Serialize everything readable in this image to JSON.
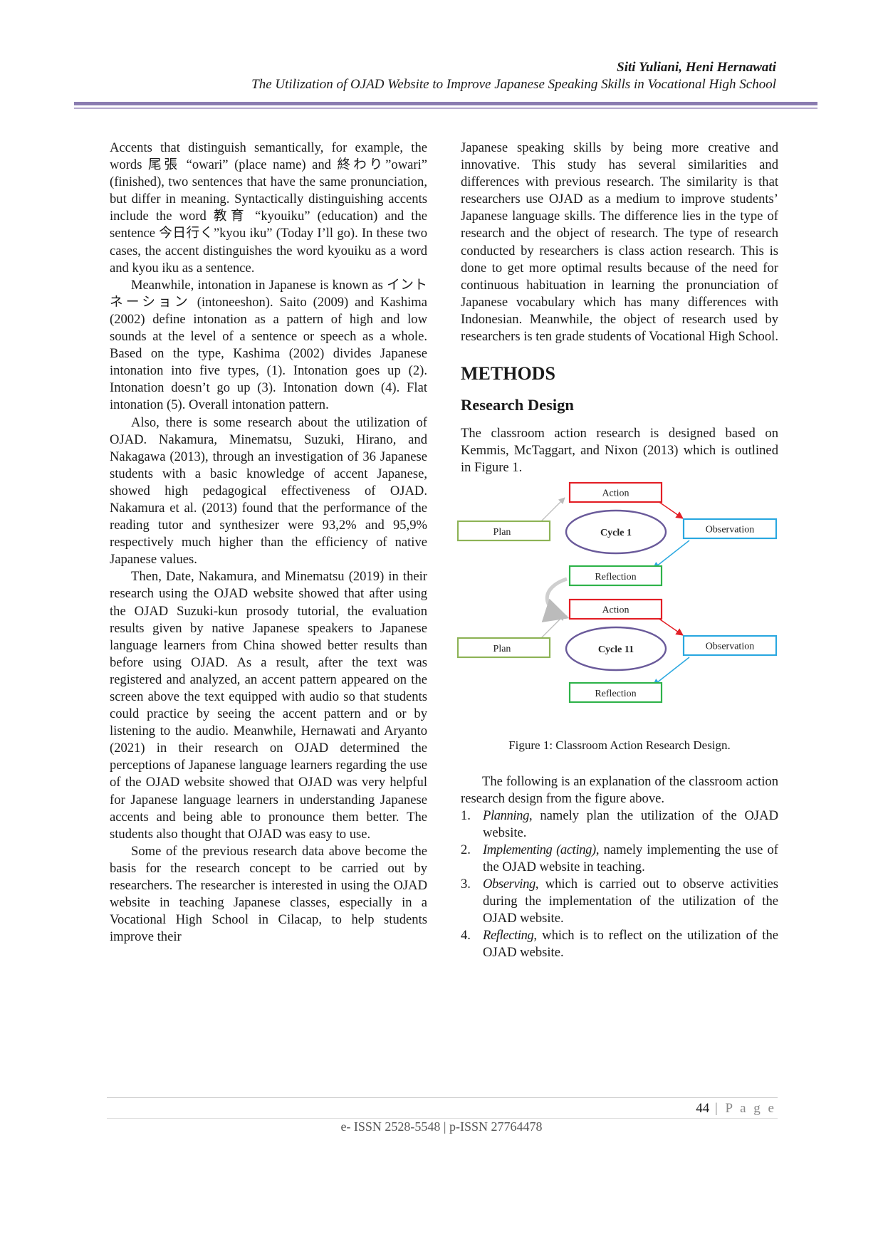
{
  "header": {
    "authors": "Siti Yuliani, Heni Hernawati",
    "title": "The Utilization of OJAD Website to Improve Japanese Speaking Skills in Vocational High School"
  },
  "left_column": [
    "Accents that distinguish semantically, for example, the words 尾張 “owari” (place name) and 終わり”owari” (finished), two sentences that have the same pronunciation, but differ in meaning. Syntactically distinguishing accents include the word 教育 “kyouiku” (education) and the sentence 今日行く”kyou iku” (Today I’ll go). In these two cases, the accent distinguishes the word kyouiku as a word and kyou iku as a sentence.",
    "Meanwhile, intonation in Japanese is known as イントネーション (intoneeshon). Saito (2009) and Kashima (2002) define intonation as a pattern of high and low sounds at the level of a sentence or speech as a whole. Based on the type, Kashima (2002) divides Japanese intonation into five types, (1). Intonation goes up (2). Intonation doesn’t go up (3). Intonation down (4). Flat intonation (5). Overall intonation pattern.",
    "Also, there is some research about the utilization of OJAD. Nakamura, Minematsu, Suzuki, Hirano, and Nakagawa (2013), through an investigation of 36 Japanese students with a basic knowledge of accent Japanese, showed high pedagogical effectiveness of OJAD. Nakamura et al. (2013) found that the performance of the reading tutor and synthesizer were 93,2% and 95,9% respectively much higher than the efficiency of native Japanese values.",
    "Then, Date, Nakamura, and Minematsu (2019) in their research using the OJAD website showed that after using the OJAD Suzuki-kun prosody tutorial, the evaluation results given by native Japanese speakers to Japanese language learners from China showed better results than before using OJAD. As a result, after the text was registered and analyzed, an accent pattern appeared on the screen above the text equipped with audio so that students could practice by seeing the accent pattern and or by listening to the audio. Meanwhile, Hernawati and Aryanto (2021) in their research on OJAD determined the perceptions of Japanese language learners regarding the use of the OJAD website showed that OJAD was very helpful for Japanese language learners in understanding Japanese accents and being able to pronounce them better. The students also thought that OJAD was easy to use.",
    "Some of the previous research data above become the basis for the research concept to be carried out by researchers. The researcher is interested in using the OJAD website in teaching Japanese classes, especially in a Vocational High School in Cilacap, to help students improve their"
  ],
  "right_column": {
    "intro": "Japanese speaking skills by being more creative and innovative. This study has several similarities and differences with previous research. The similarity is that researchers use OJAD as a medium to improve students’ Japanese language skills. The difference lies in the type of research and the object of research. The type of research conducted by researchers is class action research. This is done to get more optimal results because of the need for continuous habituation in learning the pronunciation of Japanese vocabulary which has many differences with Indonesian. Meanwhile, the object of research used by researchers is ten grade students of Vocational High School.",
    "section_heading": "METHODS",
    "sub_heading": "Research Design",
    "design_text": "The classroom action research is designed based on Kemmis, McTaggart, and Nixon (2013) which is outlined in Figure 1.",
    "figure": {
      "cycle1": {
        "action": "Action",
        "plan": "Plan",
        "cycle": "Cycle 1",
        "observation": "Observation",
        "reflection": "Reflection"
      },
      "cycle2": {
        "action": "Action",
        "plan": "Plan",
        "cycle": "Cycle 11",
        "observation": "Observation",
        "reflection": "Reflection"
      },
      "caption": "Figure 1: Classroom Action Research Design.",
      "colors": {
        "action": "#e31f26",
        "plan": "#8db356",
        "observation": "#2aa8e0",
        "reflection": "#2fb34a",
        "cycle": "#6a5a9a"
      }
    },
    "explanation": "The following is an explanation of the classroom action research design from the figure above.",
    "steps": [
      {
        "num": "1.",
        "term": "Planning",
        "text": ", namely plan the utilization of the OJAD website."
      },
      {
        "num": "2.",
        "term": "Implementing (acting)",
        "text": ", namely implementing the use of the OJAD website in teaching."
      },
      {
        "num": "3.",
        "term": "Observing",
        "text": ", which is carried out to observe activities during the implementation of the utilization of the OJAD website."
      },
      {
        "num": "4.",
        "term": "Reflecting",
        "text": ", which is to reflect on the utilization of the OJAD website."
      }
    ]
  },
  "footer": {
    "page_num": "44",
    "separator": " | ",
    "page_word": "P a g e",
    "issn": "e- ISSN 2528-5548 | p-ISSN 27764478"
  }
}
